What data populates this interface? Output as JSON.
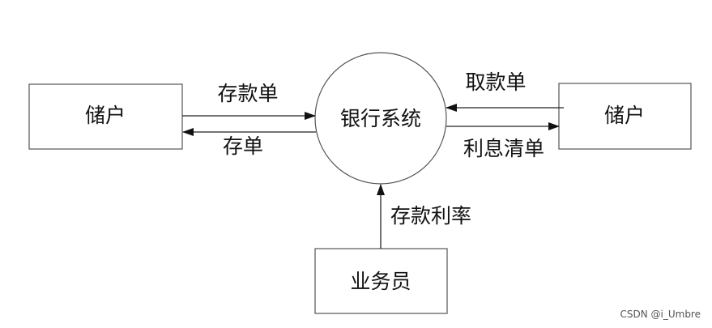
{
  "nodes": {
    "left_user": "储户",
    "right_user": "储户",
    "bank_system": "银行系统",
    "clerk": "业务员"
  },
  "flows": {
    "deposit_slip": "存款单",
    "deposit_receipt": "存单",
    "withdrawal_slip": "取款单",
    "interest_statement": "利息清单",
    "deposit_rate": "存款利率"
  },
  "watermark": "CSDN @i_Umbre",
  "colors": {
    "stroke": "#222222",
    "box_border": "#555555",
    "text": "#111111"
  }
}
